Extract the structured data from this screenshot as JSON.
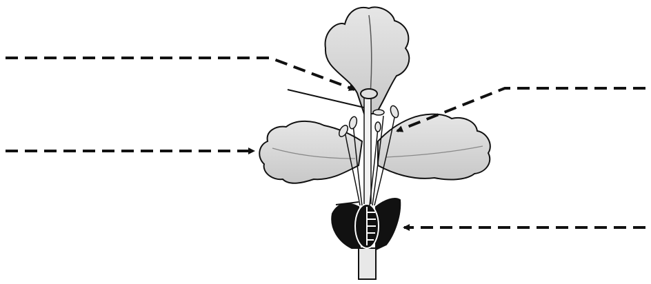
{
  "diagram": {
    "subject": "flower-longitudinal-structure",
    "colors": {
      "line": "#111111",
      "petal_fill": "#d9d9d9",
      "petal_shade": "#bdbdbd",
      "sepal_fill": "#111111",
      "ovary_outline": "#ffffff",
      "background": "#ffffff"
    },
    "label_blanks": [
      {
        "id": "blank-anther",
        "text": ""
      },
      {
        "id": "blank-petal",
        "text": ""
      },
      {
        "id": "blank-filament",
        "text": ""
      },
      {
        "id": "blank-sepal",
        "text": ""
      }
    ]
  }
}
